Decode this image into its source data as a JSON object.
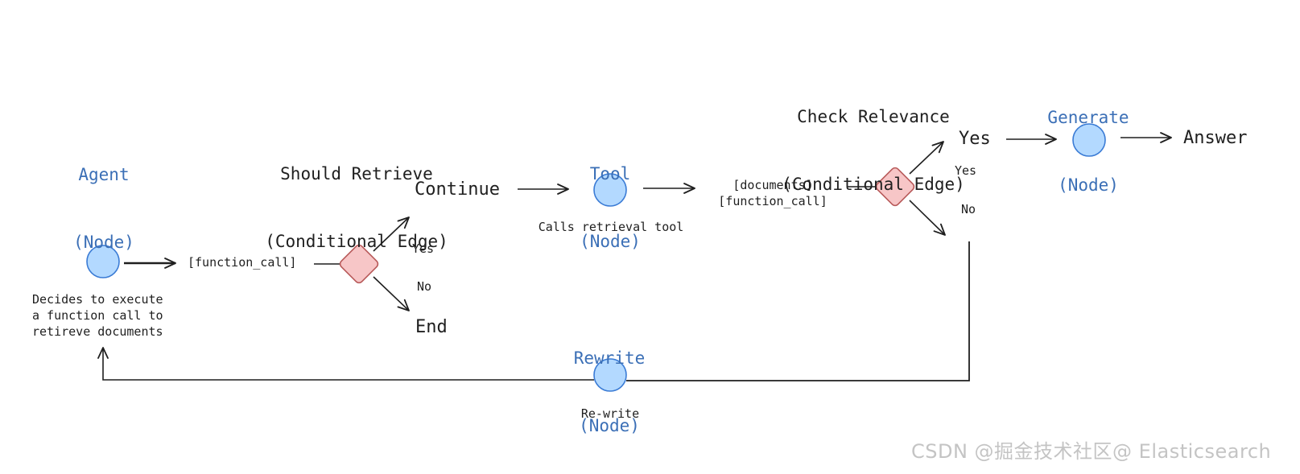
{
  "nodes": {
    "agent": {
      "title": "Agent",
      "kind": "(Node)",
      "description": "Decides to execute\na function call to\nretireve documents"
    },
    "tool": {
      "title": "Tool",
      "kind": "(Node)",
      "description": "Calls retrieval tool"
    },
    "generate": {
      "title": "Generate",
      "kind": "(Node)"
    },
    "rewrite": {
      "title": "Rewrite",
      "kind": "(Node)",
      "description": "Re-write"
    }
  },
  "edges": {
    "should_retrieve": {
      "title": "Should Retrieve",
      "kind": "(Conditional Edge)",
      "yes": "Yes",
      "no": "No",
      "continue": "Continue",
      "end": "End"
    },
    "check_relevance": {
      "title": "Check Relevance",
      "kind": "(Conditional Edge)",
      "yes": "Yes",
      "no": "No",
      "yes_outcome": "Yes"
    }
  },
  "payloads": {
    "agent_output": "[function_call]",
    "tool_output": "[documents]\n[function_call]"
  },
  "answer": "Answer",
  "watermark": "CSDN @掘金技术社区@ Elasticsearch",
  "colors": {
    "node_fill": "#b3d9ff",
    "node_stroke": "#3a7bd5",
    "edge_fill": "#f7c6c7",
    "edge_stroke": "#b85a5a",
    "node_text": "#3b6fb6"
  }
}
